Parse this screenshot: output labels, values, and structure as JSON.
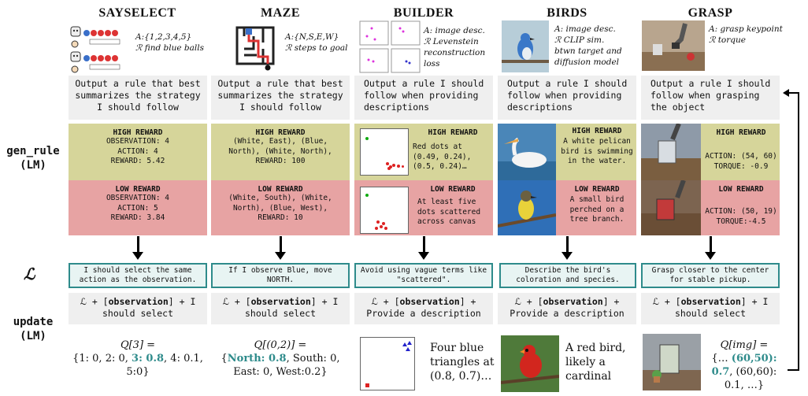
{
  "side": {
    "gen_rule": "gen_rule",
    "lm1": "(LM)",
    "script_l": "ℒ",
    "update": "update",
    "lm2": "(LM)"
  },
  "columns": [
    {
      "title": "SAYSELECT",
      "desc": "A:{1,2,3,4,5}\nℛ find blue balls",
      "prompt": "Output a rule that best summarizes the strategy I should follow",
      "high_title": "HIGH REWARD",
      "high_text": "OBSERVATION: 4\nACTION: 4\nREWARD: 5.42",
      "low_title": "LOW REWARD",
      "low_text": "OBSERVATION: 4\nACTION: 5\nREWARD: 3.84",
      "rule": "I should select the same action as the observation.",
      "update_pre": "ℒ + [",
      "update_bold": "observation",
      "update_post": "] + I should select",
      "q_head": "Q[3] =",
      "q_a": "{1: 0,  2: 0, ",
      "q_hl": "3: 0.8",
      "q_b": ", 4: 0.1, 5:0}"
    },
    {
      "title": "MAZE",
      "desc": "A:{N,S,E,W}\nℛ steps to goal",
      "prompt": "Output a rule that best summarizes the strategy I should follow",
      "high_title": "HIGH REWARD",
      "high_text": "(White, East), (Blue, North), (White, North), REWARD: 100",
      "low_title": "LOW REWARD",
      "low_text": "(White, South), (White, North), (Blue, West), REWARD: 10",
      "rule": "If I observe Blue, move NORTH.",
      "update_pre": "ℒ + [",
      "update_bold": "observation",
      "update_post": "] + I should select",
      "q_head": "Q[(0,2)] =",
      "q_a": "{",
      "q_hl": "North: 0.8",
      "q_b": ",  South: 0, East: 0, West:0.2}"
    },
    {
      "title": "BUILDER",
      "desc": "A: image desc.\nℛ Levenstein\nreconstruction loss",
      "prompt": "Output a rule I should follow when providing descriptions",
      "high_title": "HIGH REWARD",
      "high_text": "Red dots at (0.49, 0.24), (0.5, 0.24)…",
      "low_title": "LOW REWARD",
      "low_text": "At least five dots scattered across canvas",
      "rule": "Avoid using vague terms like \"scattered\".",
      "update_pre": "ℒ + [",
      "update_bold": "observation",
      "update_post": "] + Provide a description",
      "out_text": "Four blue\ntriangles at\n(0.8, 0.7)…"
    },
    {
      "title": "BIRDS",
      "desc": "A: image desc.\nℛ CLIP sim.\nbtwn target and\ndiffusion model",
      "prompt": "Output a rule I should follow when providing descriptions",
      "high_title": "HIGH REWARD",
      "high_text": "A white pelican bird is swimming in the water.",
      "low_title": "LOW REWARD",
      "low_text": "A small bird perched on a tree branch.",
      "rule": "Describe the bird's coloration and species.",
      "update_pre": "ℒ + [",
      "update_bold": "observation",
      "update_post": "] + Provide a description",
      "out_text": "A red bird,\nlikely a\ncardinal"
    },
    {
      "title": "GRASP",
      "desc": "A: grasp keypoint\nℛ torque",
      "prompt": "Output a rule I should follow when grasping the object",
      "high_title": "HIGH REWARD",
      "high_text": "ACTION: (54, 60)\nTORQUE: -0.9",
      "low_title": "LOW REWARD",
      "low_text": "ACTION: (50, 19)\nTORQUE:-4.5",
      "rule": "Grasp closer to the center for stable pickup.",
      "update_pre": "ℒ + [",
      "update_bold": "observation",
      "update_post": "] + I should select",
      "q_head": "Q[img] =",
      "q_a": "{… ",
      "q_hl": "(60,50): 0.7",
      "q_b": ", (60,60): 0.1, …}"
    }
  ],
  "colors": {
    "high": "#d6d59a",
    "low": "#e7a3a3",
    "rule_border": "#2e8b8b",
    "prompt_bg": "#efefef"
  }
}
